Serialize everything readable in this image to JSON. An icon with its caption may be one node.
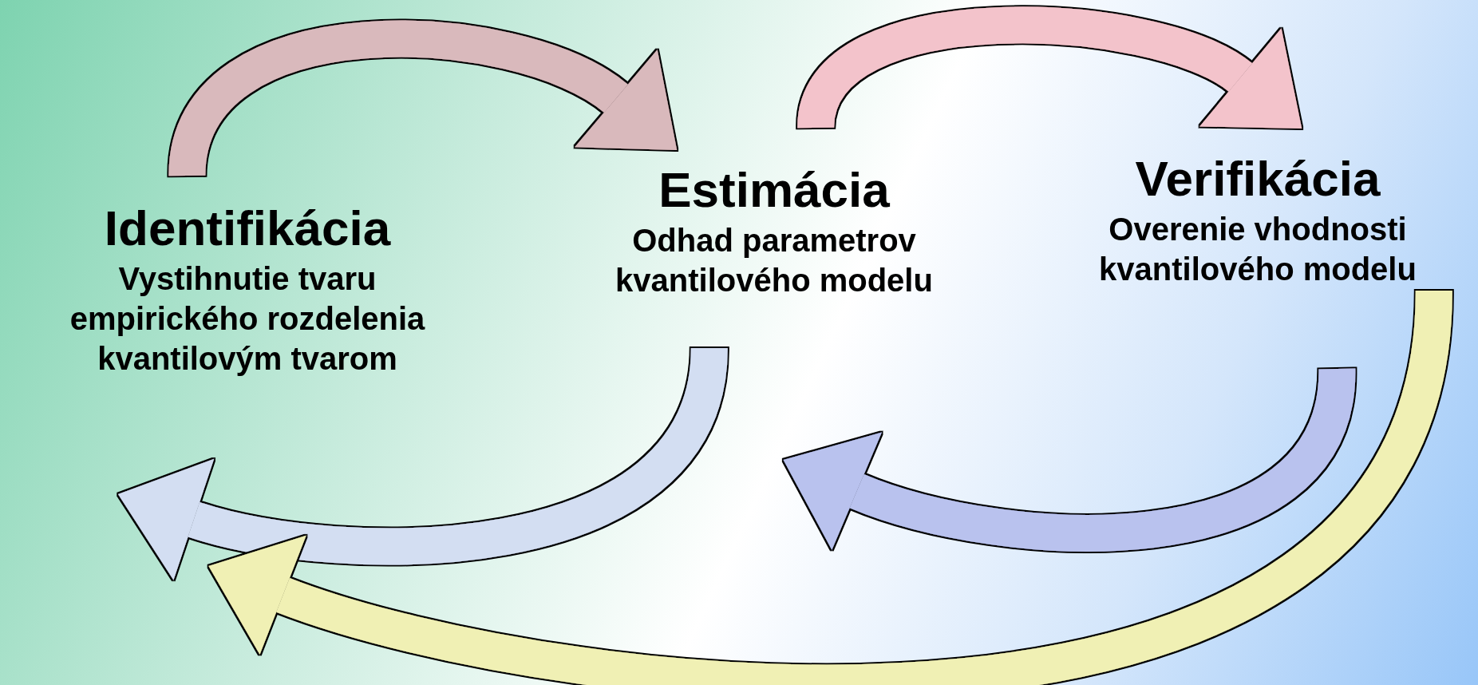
{
  "diagram": {
    "nodes": [
      {
        "text": [
          "Identifikácia",
          "Vystihnutie tvaru empirického rozdelenia kvantilovým tvarom"
        ]
      },
      {
        "text": [
          "Estimácia",
          "Odhad parametrov kvantilového modelu"
        ]
      },
      {
        "text": [
          "Verifikácia",
          "Overenie vhodnosti kvantilového modelu"
        ]
      }
    ],
    "edges": [
      {
        "from": 0,
        "to": 1,
        "arrow": "to",
        "color": "#d9b9bc"
      },
      {
        "from": 1,
        "to": 2,
        "arrow": "to",
        "color": "#f3c3cb"
      },
      {
        "from": 1,
        "to": 0,
        "arrow": "to",
        "color": "#d3def2"
      },
      {
        "from": 2,
        "to": 1,
        "arrow": "to",
        "color": "#b9c2ee"
      },
      {
        "from": 2,
        "to": 0,
        "arrow": "to",
        "color": "#f0f0b4"
      }
    ]
  }
}
